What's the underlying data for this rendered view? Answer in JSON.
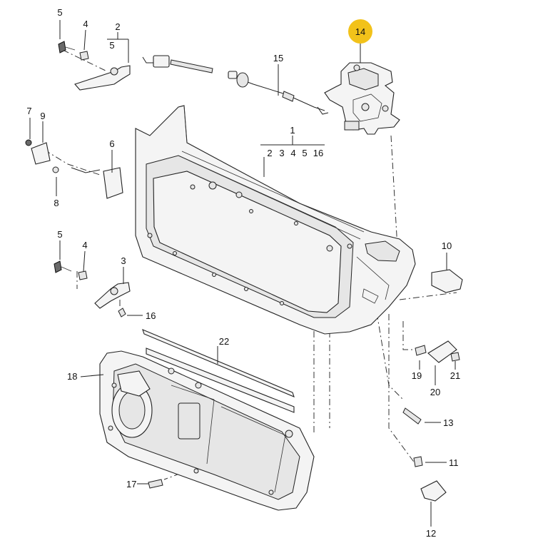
{
  "highlight_color": "#f2c21a",
  "callouts": {
    "c1": "1",
    "c1_sub": [
      "2",
      "3",
      "4",
      "5",
      "16"
    ],
    "c2": "2",
    "c2_sub": "5",
    "c3": "3",
    "c4a": "4",
    "c4b": "4",
    "c5a": "5",
    "c5b": "5",
    "c6": "6",
    "c7": "7",
    "c8": "8",
    "c9": "9",
    "c10": "10",
    "c11": "11",
    "c12": "12",
    "c13": "13",
    "c14": "14",
    "c15": "15",
    "c16": "16",
    "c17": "17",
    "c18": "18",
    "c19": "19",
    "c20": "20",
    "c21": "21",
    "c22": "22"
  }
}
